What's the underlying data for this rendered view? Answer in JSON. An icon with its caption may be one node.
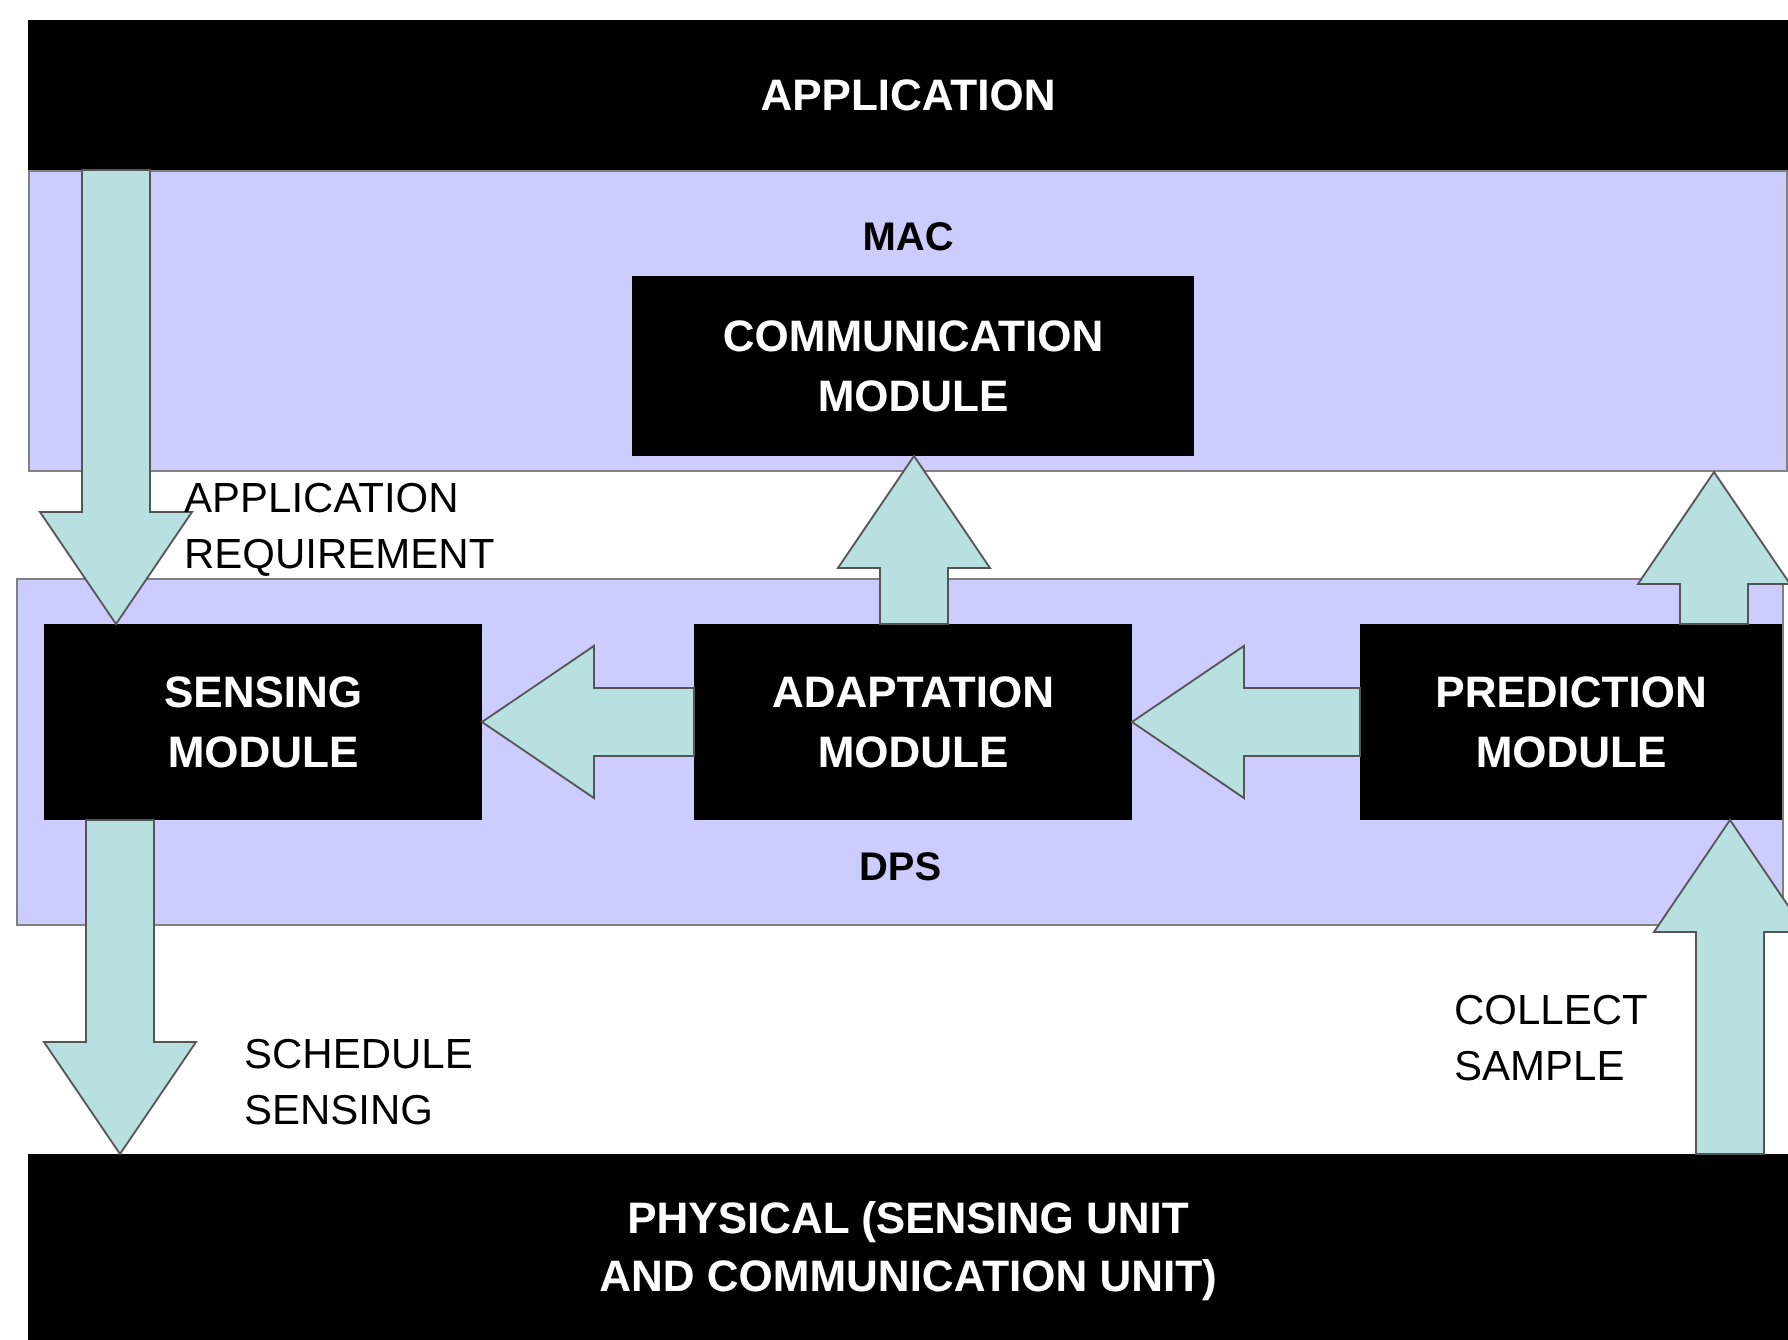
{
  "diagram": {
    "nodes": [
      {
        "text": [
          "APPLICATION"
        ]
      },
      {
        "text": [
          "MAC"
        ]
      },
      {
        "text": [
          "COMMUNICATION MODULE"
        ],
        "in": 1
      },
      {
        "text": [
          "DPS"
        ]
      },
      {
        "text": [
          "SENSING MODULE"
        ],
        "in": 3
      },
      {
        "text": [
          "ADAPTATION MODULE"
        ],
        "in": 3
      },
      {
        "text": [
          "PREDICTION MODULE"
        ],
        "in": 3
      },
      {
        "text": [
          "PHYSICAL (SENSING UNIT AND COMMUNICATION UNIT)"
        ]
      }
    ],
    "edges": [
      {
        "from": 0,
        "to": 4,
        "arrow": "to",
        "label": "APPLICATION REQUIREMENT"
      },
      {
        "from": 5,
        "to": 2,
        "arrow": "to"
      },
      {
        "from": 6,
        "to": 1,
        "arrow": "to"
      },
      {
        "from": 5,
        "to": 4,
        "arrow": "to"
      },
      {
        "from": 6,
        "to": 5,
        "arrow": "to"
      },
      {
        "from": 4,
        "to": 7,
        "arrow": "to",
        "label": "SCHEDULE SENSING"
      },
      {
        "from": 7,
        "to": 6,
        "arrow": "to",
        "label": "COLLECT SAMPLE"
      }
    ]
  }
}
